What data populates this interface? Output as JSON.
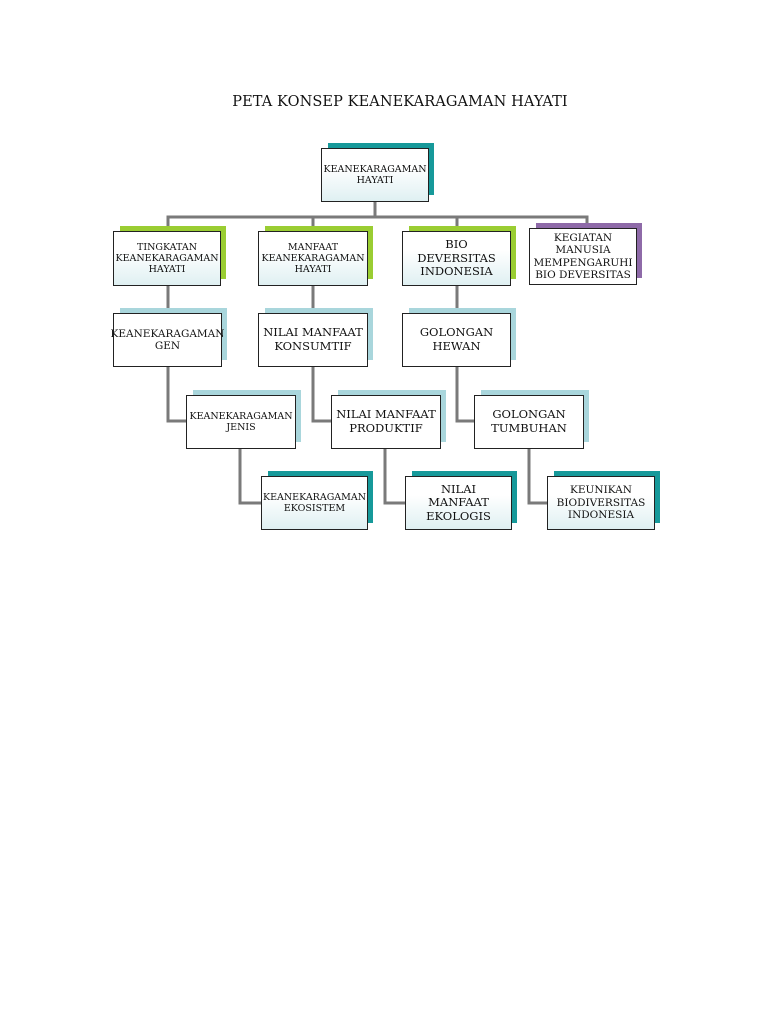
{
  "title": "PETA KONSEP KEANEKARAGAMAN HAYATI",
  "nodes": {
    "root": "KEANEKARAGAMAN\nHAYATI",
    "tingkatan": "TINGKATAN\nKEANEKARAGAMAN\nHAYATI",
    "manfaat": "MANFAAT\nKEANEKARAGAMAN\nHAYATI",
    "bio_deversitas": "BIO DEVERSITAS\nINDONESIA",
    "kegiatan": "KEGIATAN\nMANUSIA\nMEMPENGARUHI\nBIO DEVERSITAS",
    "gen": "KEANEKARAGAMAN\nGEN",
    "jenis": "KEANEKARAGAMAN\nJENIS",
    "ekosistem": "KEANEKARAGAMAN\nEKOSISTEM",
    "konsumtif": "NILAI MANFAAT\nKONSUMTIF",
    "produktif": "NILAI MANFAAT\nPRODUKTIF",
    "ekologis": "NILAI MANFAAT\nEKOLOGIS",
    "hewan": "GOLONGAN HEWAN",
    "tumbuhan": "GOLONGAN\nTUMBUHAN",
    "keunikan": "KEUNIKAN\nBIODIVERSITAS\nINDONESIA"
  },
  "colors": {
    "connector": "#7a7a7a",
    "accent_teal": "#16999a",
    "accent_light_teal": "#a9d6dc",
    "accent_green": "#9acd32",
    "accent_purple": "#8e6aa8",
    "box_gradient_bottom": "#dff0f2"
  }
}
